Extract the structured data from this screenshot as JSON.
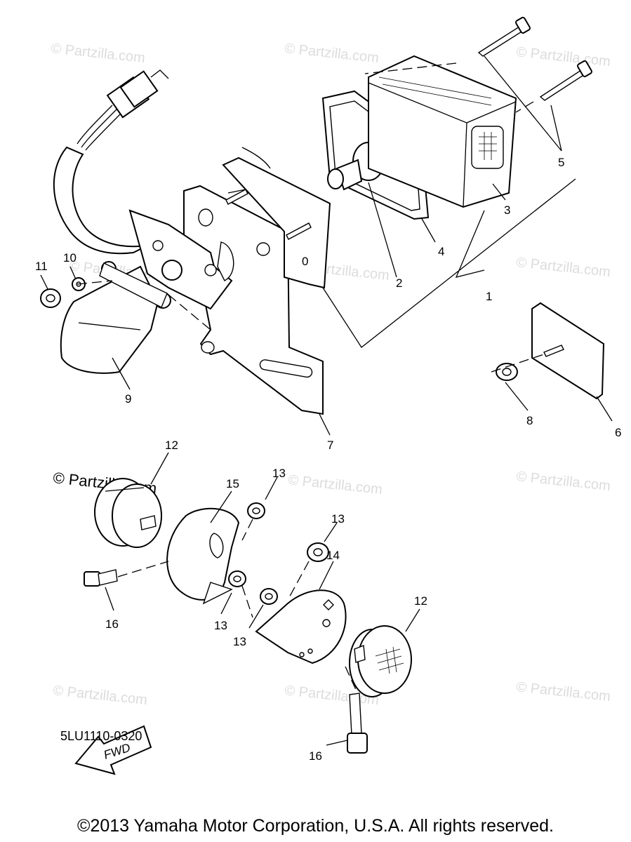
{
  "callouts": {
    "c1": "1",
    "c2": "2",
    "c3": "3",
    "c4": "4",
    "c5": "5",
    "c6": "6",
    "c7": "7",
    "c8": "8",
    "c9": "9",
    "c10": "10",
    "c11": "11",
    "c12a": "12",
    "c12b": "12",
    "c13a": "13",
    "c13b": "13",
    "c13c": "13",
    "c13d": "13",
    "c14": "14",
    "c15": "15",
    "c16a": "16",
    "c16b": "16"
  },
  "watermark": {
    "faint": "© Partzilla.com",
    "prominent": "© Partzilla.com"
  },
  "fwd_arrow_label": "FWD",
  "diagram_code": "5LU1110-0320",
  "copyright": "©2013 Yamaha Motor Corporation, U.S.A. All rights reserved."
}
